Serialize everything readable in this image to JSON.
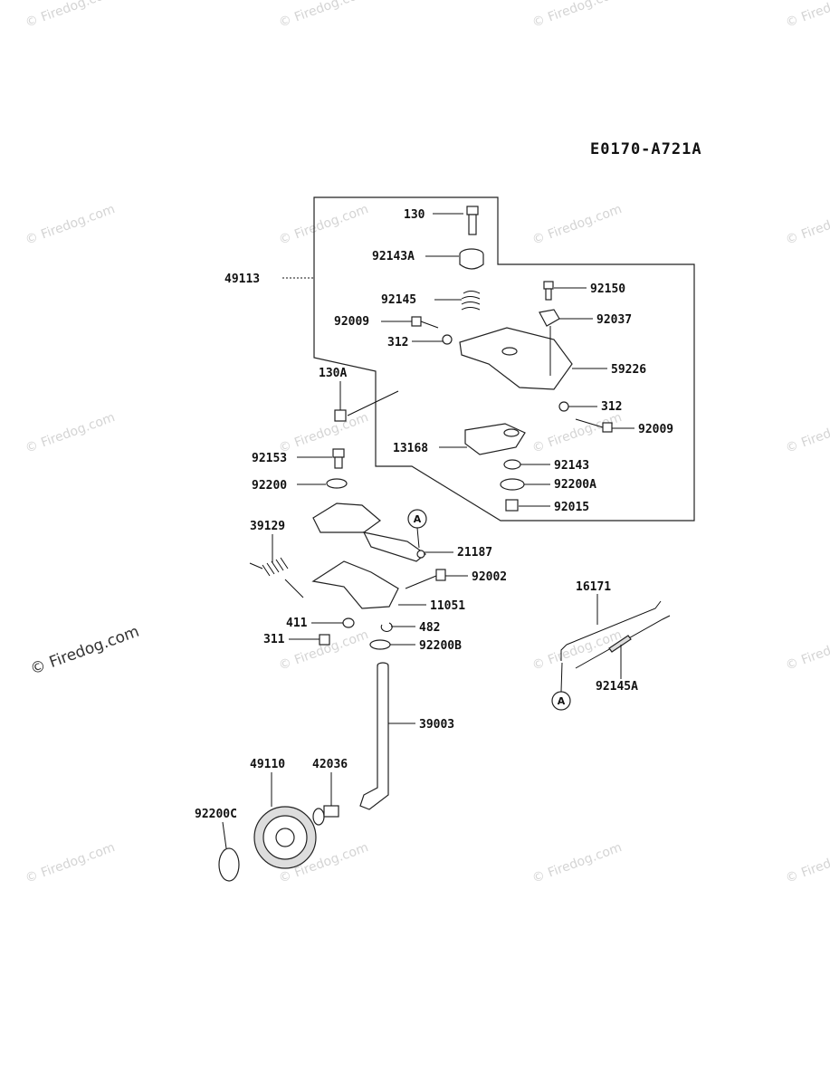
{
  "diagram": {
    "code": "E0170-A721A",
    "watermark": "© Firedog.com",
    "callout_letter": "A",
    "parts": [
      "130",
      "92143A",
      "49113",
      "92150",
      "92145",
      "92037",
      "92009",
      "312",
      "59226",
      "130A",
      "312",
      "92009",
      "13168",
      "92153",
      "92143",
      "92200",
      "92200A",
      "92015",
      "39129",
      "21187",
      "92002",
      "11051",
      "16171",
      "411",
      "482",
      "311",
      "92200B",
      "92145A",
      "39003",
      "49110",
      "42036",
      "92200C"
    ]
  }
}
